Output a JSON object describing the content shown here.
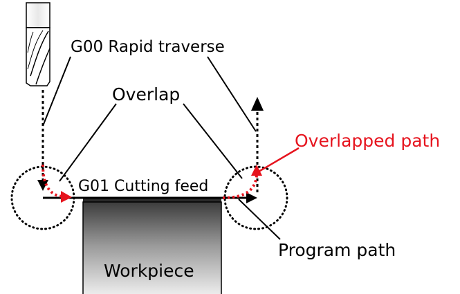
{
  "labels": {
    "rapid": "G00 Rapid traverse",
    "overlap": "Overlap",
    "overlapped_path": "Overlapped path",
    "cutting": "G01 Cutting feed",
    "program_path": "Program path",
    "workpiece": "Workpiece"
  },
  "colors": {
    "overlap_accent": "#e6141e",
    "line": "#000000",
    "workpiece_top": "#4a4a4a",
    "workpiece_bottom": "#f2f2f2",
    "tool_body": "#ffffff"
  }
}
